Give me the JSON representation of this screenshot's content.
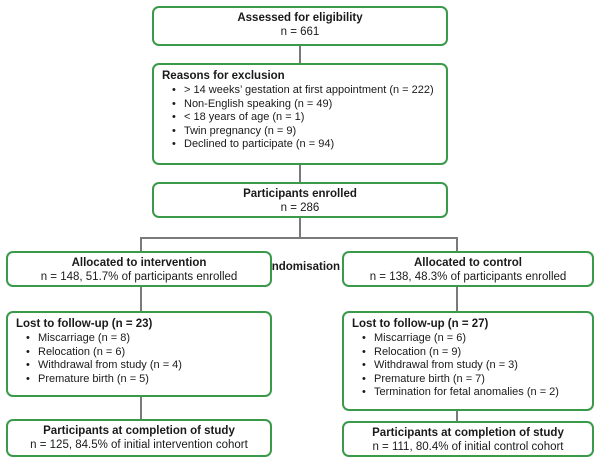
{
  "assessed": {
    "title": "Assessed for eligibility",
    "n": "n = 661"
  },
  "exclusion": {
    "title": "Reasons for exclusion",
    "items": [
      "> 14 weeks’ gestation at first appointment (n = 222)",
      "Non-English speaking (n = 49)",
      "< 18 years of age (n = 1)",
      "Twin pregnancy (n = 9)",
      "Declined to participate (n = 94)"
    ]
  },
  "enrolled": {
    "title": "Participants enrolled",
    "n": "n = 286"
  },
  "randomisation": "Randomisation",
  "intervention": {
    "title": "Allocated to intervention",
    "n": "n = 148, 51.7% of participants enrolled",
    "lost_title": "Lost to follow-up (n = 23)",
    "lost_items": [
      "Miscarriage (n = 8)",
      "Relocation (n = 6)",
      "Withdrawal from study (n = 4)",
      "Premature birth (n = 5)"
    ],
    "completion_title": "Participants at completion of study",
    "completion_n": "n = 125, 84.5% of initial intervention cohort"
  },
  "control": {
    "title": "Allocated to control",
    "n": "n = 138, 48.3% of participants enrolled",
    "lost_title": "Lost to follow-up (n = 27)",
    "lost_items": [
      "Miscarriage (n = 6)",
      "Relocation (n = 9)",
      "Withdrawal from study (n = 3)",
      "Premature birth (n = 7)",
      "Termination for fetal anomalies (n = 2)"
    ],
    "completion_title": "Participants at completion of study",
    "completion_n": "n = 111, 80.4% of initial control cohort"
  },
  "colors": {
    "box_border": "#3a9a4a",
    "connector": "#7a7a7a"
  }
}
